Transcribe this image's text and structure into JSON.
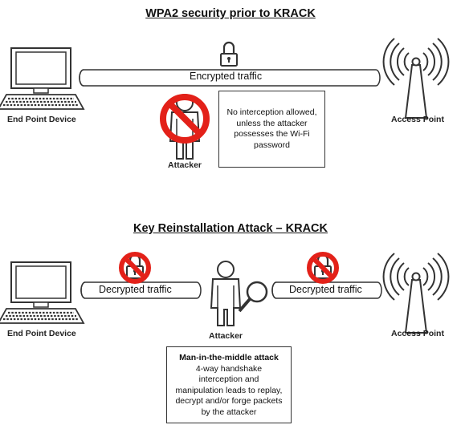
{
  "top": {
    "title": "WPA2 security prior to KRACK",
    "tube_label": "Encrypted traffic",
    "left_device": "End Point Device",
    "right_device": "Access Point",
    "attacker": "Attacker",
    "note_lines": [
      "No interception allowed,",
      "unless the attacker",
      "possesses the Wi-Fi",
      "password"
    ]
  },
  "bottom": {
    "title": "Key Reinstallation Attack – KRACK",
    "left_tube_label": "Decrypted traffic",
    "right_tube_label": "Decrypted traffic",
    "left_device": "End Point Device",
    "right_device": "Access Point",
    "attacker": "Attacker",
    "note_title": "Man-in-the-middle attack",
    "note_lines": [
      "4-way handshake",
      "interception and",
      "manipulation leads to replay,",
      "decrypt and/or forge packets",
      "by the attacker"
    ]
  },
  "colors": {
    "prohibit_red": "#e32119",
    "line": "#333333",
    "fill": "#ffffff"
  },
  "icons": [
    "computer-icon",
    "antenna-tower-icon",
    "padlock-icon",
    "prohibited-icon",
    "person-icon",
    "magnifier-icon"
  ]
}
